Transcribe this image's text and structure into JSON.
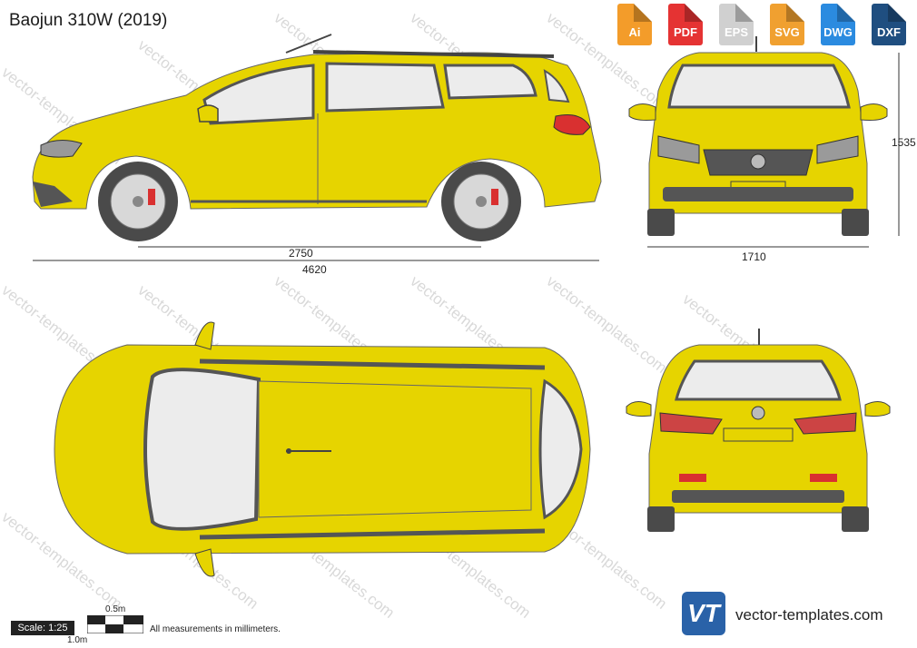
{
  "title": "Baojun 310W (2019)",
  "formats": [
    {
      "label": "Ai",
      "color": "#f39c2a"
    },
    {
      "label": "PDF",
      "color": "#e53333"
    },
    {
      "label": "EPS",
      "color": "#d0d0d0"
    },
    {
      "label": "SVG",
      "color": "#f0a030"
    },
    {
      "label": "DWG",
      "color": "#2b8be0"
    },
    {
      "label": "DXF",
      "color": "#1f4e80"
    }
  ],
  "dimensions": {
    "wheelbase": "2750",
    "length": "4620",
    "width": "1710",
    "height": "1535"
  },
  "scale": {
    "label": "Scale: 1:25",
    "half": "0.5m",
    "full": "1.0m"
  },
  "note": "All measurements in millimeters.",
  "brand": {
    "logo": "VT",
    "url": "vector-templates.com"
  },
  "watermark": "vector-templates.com",
  "colors": {
    "body": "#e6d400",
    "glass": "#ececec",
    "trim": "#555555",
    "tire": "#4a4a4a",
    "light_red": "#d93030"
  }
}
